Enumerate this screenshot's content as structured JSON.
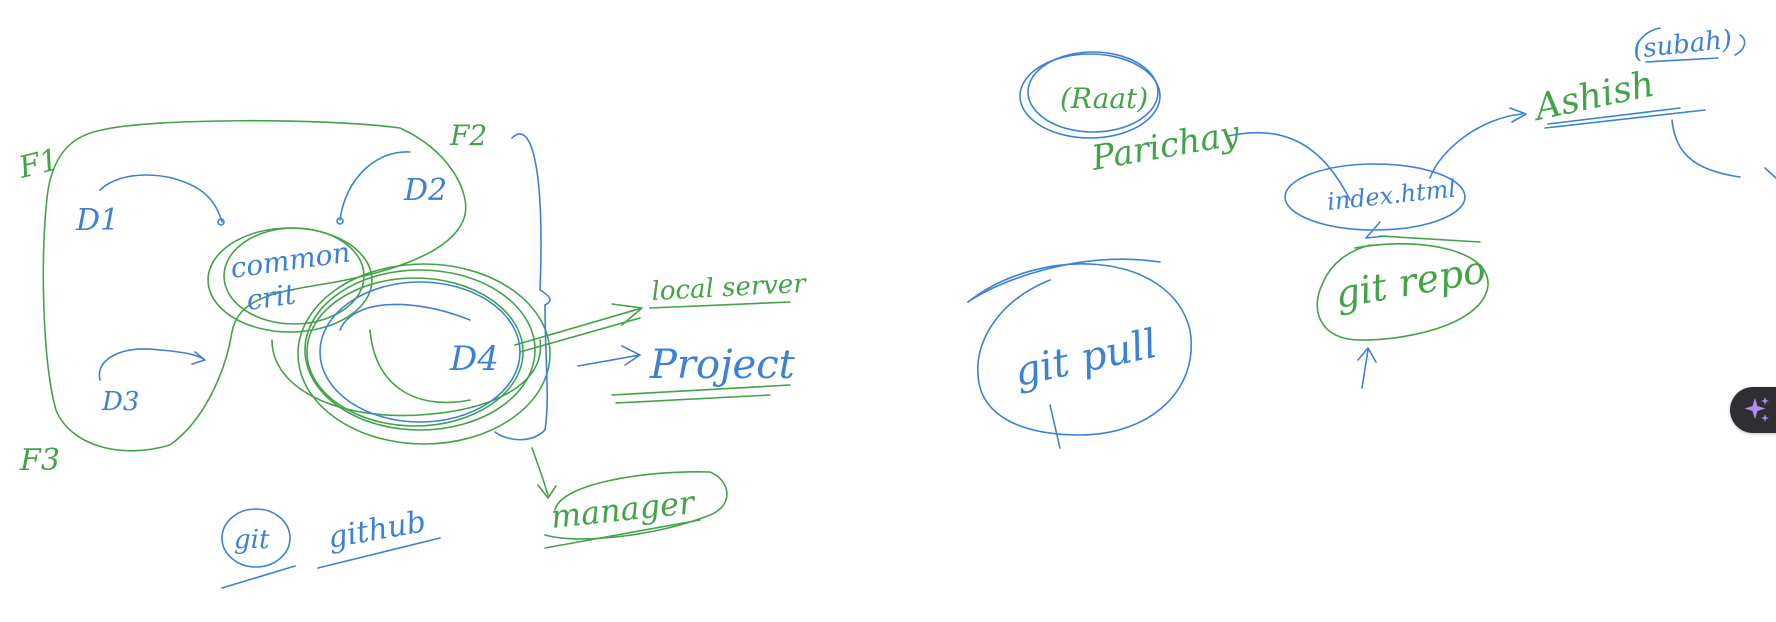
{
  "colors": {
    "blue": "#3b82d6",
    "green": "#42a348",
    "button_bg": "#2e2e33",
    "sparkle": "#b18cf0"
  },
  "left_diagram": {
    "f1": "F1",
    "f2": "F2",
    "f3": "F3",
    "d1": "D1",
    "d2": "D2",
    "d3": "D3",
    "d4": "D4",
    "common_line1": "common",
    "common_line2": "crit",
    "local_server": "local server",
    "project": "Project",
    "manager": "manager",
    "git": "git",
    "github": "github"
  },
  "middle_diagram": {
    "git_pull": "git pull"
  },
  "right_diagram": {
    "raat": "(Raat)",
    "parichay": "Parichay",
    "index_html": "index.html",
    "git_repo": "git repo",
    "ashish": "Ashish",
    "subah": "(subah)"
  },
  "toolbar": {
    "ai_button_icon": "sparkle-icon"
  }
}
